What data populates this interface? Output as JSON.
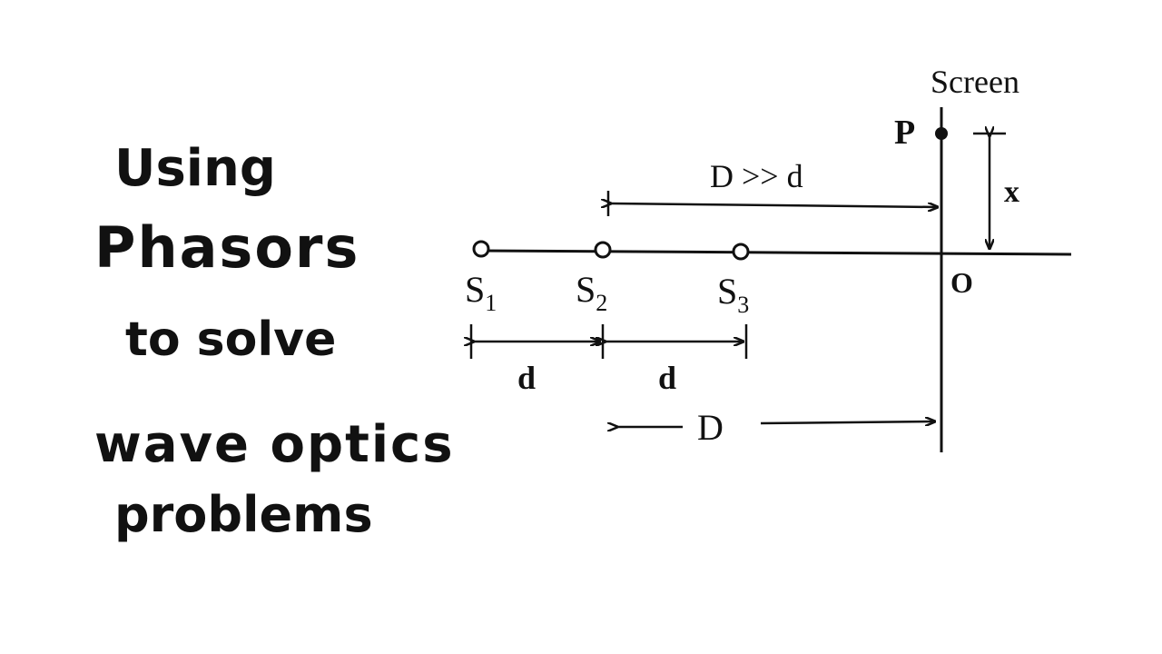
{
  "title_lines": {
    "line1": "Using",
    "line2": "Phasors",
    "line3": "to solve",
    "line4": "wave optics",
    "line5": "problems"
  },
  "diagram": {
    "screen_label": "Screen",
    "point_p": "P",
    "point_o": "O",
    "x_label": "x",
    "d_relation": "D >> d",
    "sources": [
      {
        "base": "S",
        "sub": "1"
      },
      {
        "base": "S",
        "sub": "2"
      },
      {
        "base": "S",
        "sub": "3"
      }
    ],
    "spacing_label_1": "d",
    "spacing_label_2": "d",
    "distance_label": "D"
  }
}
